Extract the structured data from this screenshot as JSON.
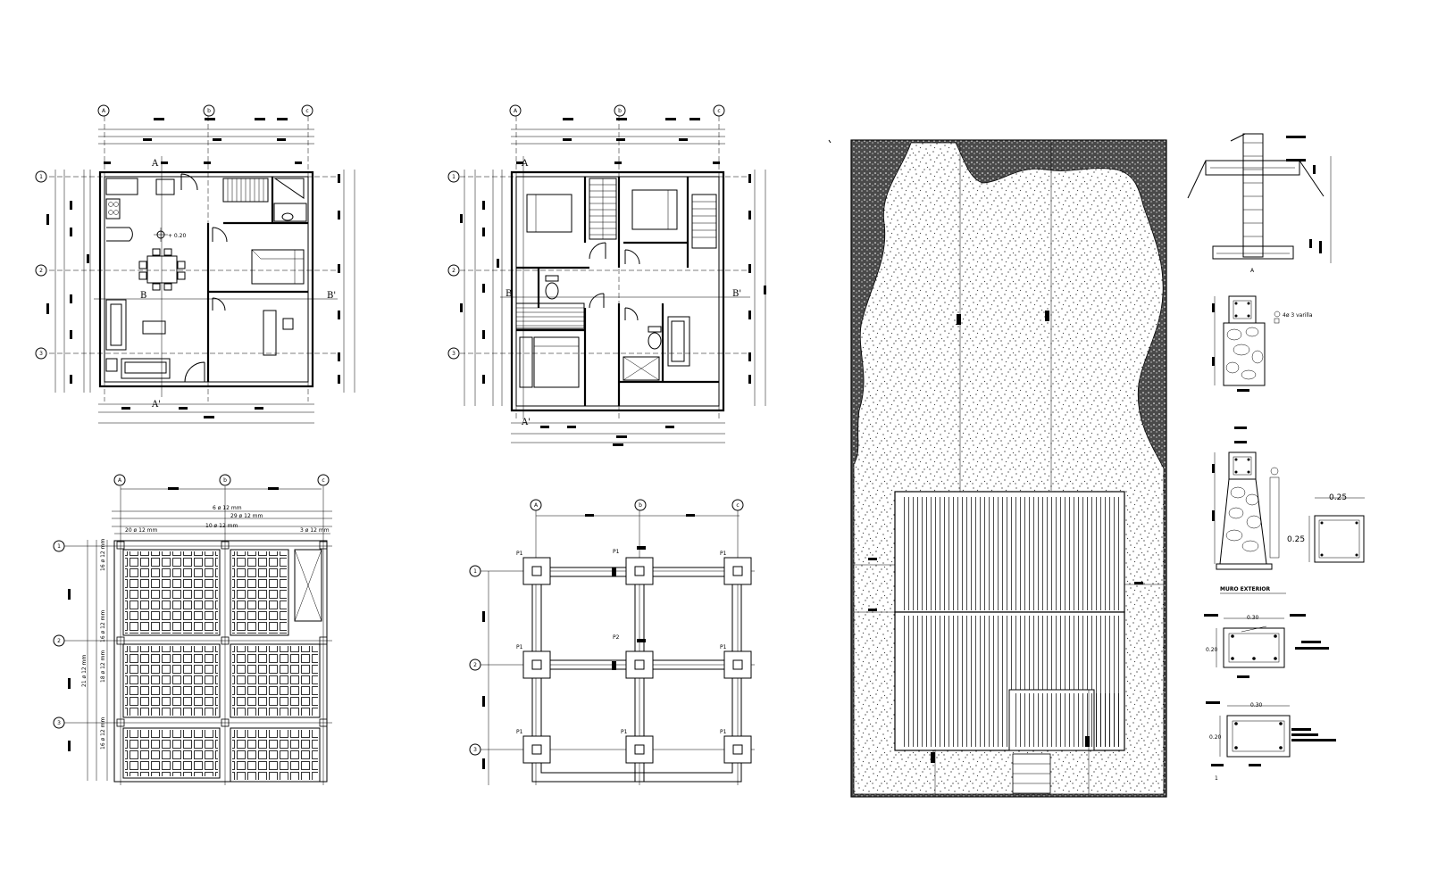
{
  "axes": {
    "letters": [
      "A",
      "b",
      "c"
    ],
    "numbers": [
      "1",
      "2",
      "3"
    ]
  },
  "sections": {
    "a": "A",
    "a_prime": "A'",
    "b": "B",
    "b_prime": "B'"
  },
  "ground_floor": {
    "level_note": "+ 0.20"
  },
  "slab": {
    "dims": [
      "6 ø 12 mm",
      "29 ø 12 mm",
      "20 ø 12 mm",
      "10 ø 12 mm",
      "3 ø 12 mm"
    ],
    "side_dims": [
      "16 ø 12 mm",
      "16 ø 12 mm",
      "21 ø 12 mm",
      "18 ø 12 mm",
      "16 ø 12 mm"
    ]
  },
  "foundation": {
    "p1": "P1",
    "p2": "P2"
  },
  "details": {
    "muro_title": "MURO EXTERIOR",
    "col_size_h": "0.25",
    "col_size_v": "0.25",
    "beam_w1": "0.30",
    "beam_h1": "0.20",
    "beam_w2": "0.30",
    "beam_h2": "0.20",
    "bar_note": "4ø 3 varilla",
    "footing_a": "A",
    "stirrup_no": "1"
  }
}
